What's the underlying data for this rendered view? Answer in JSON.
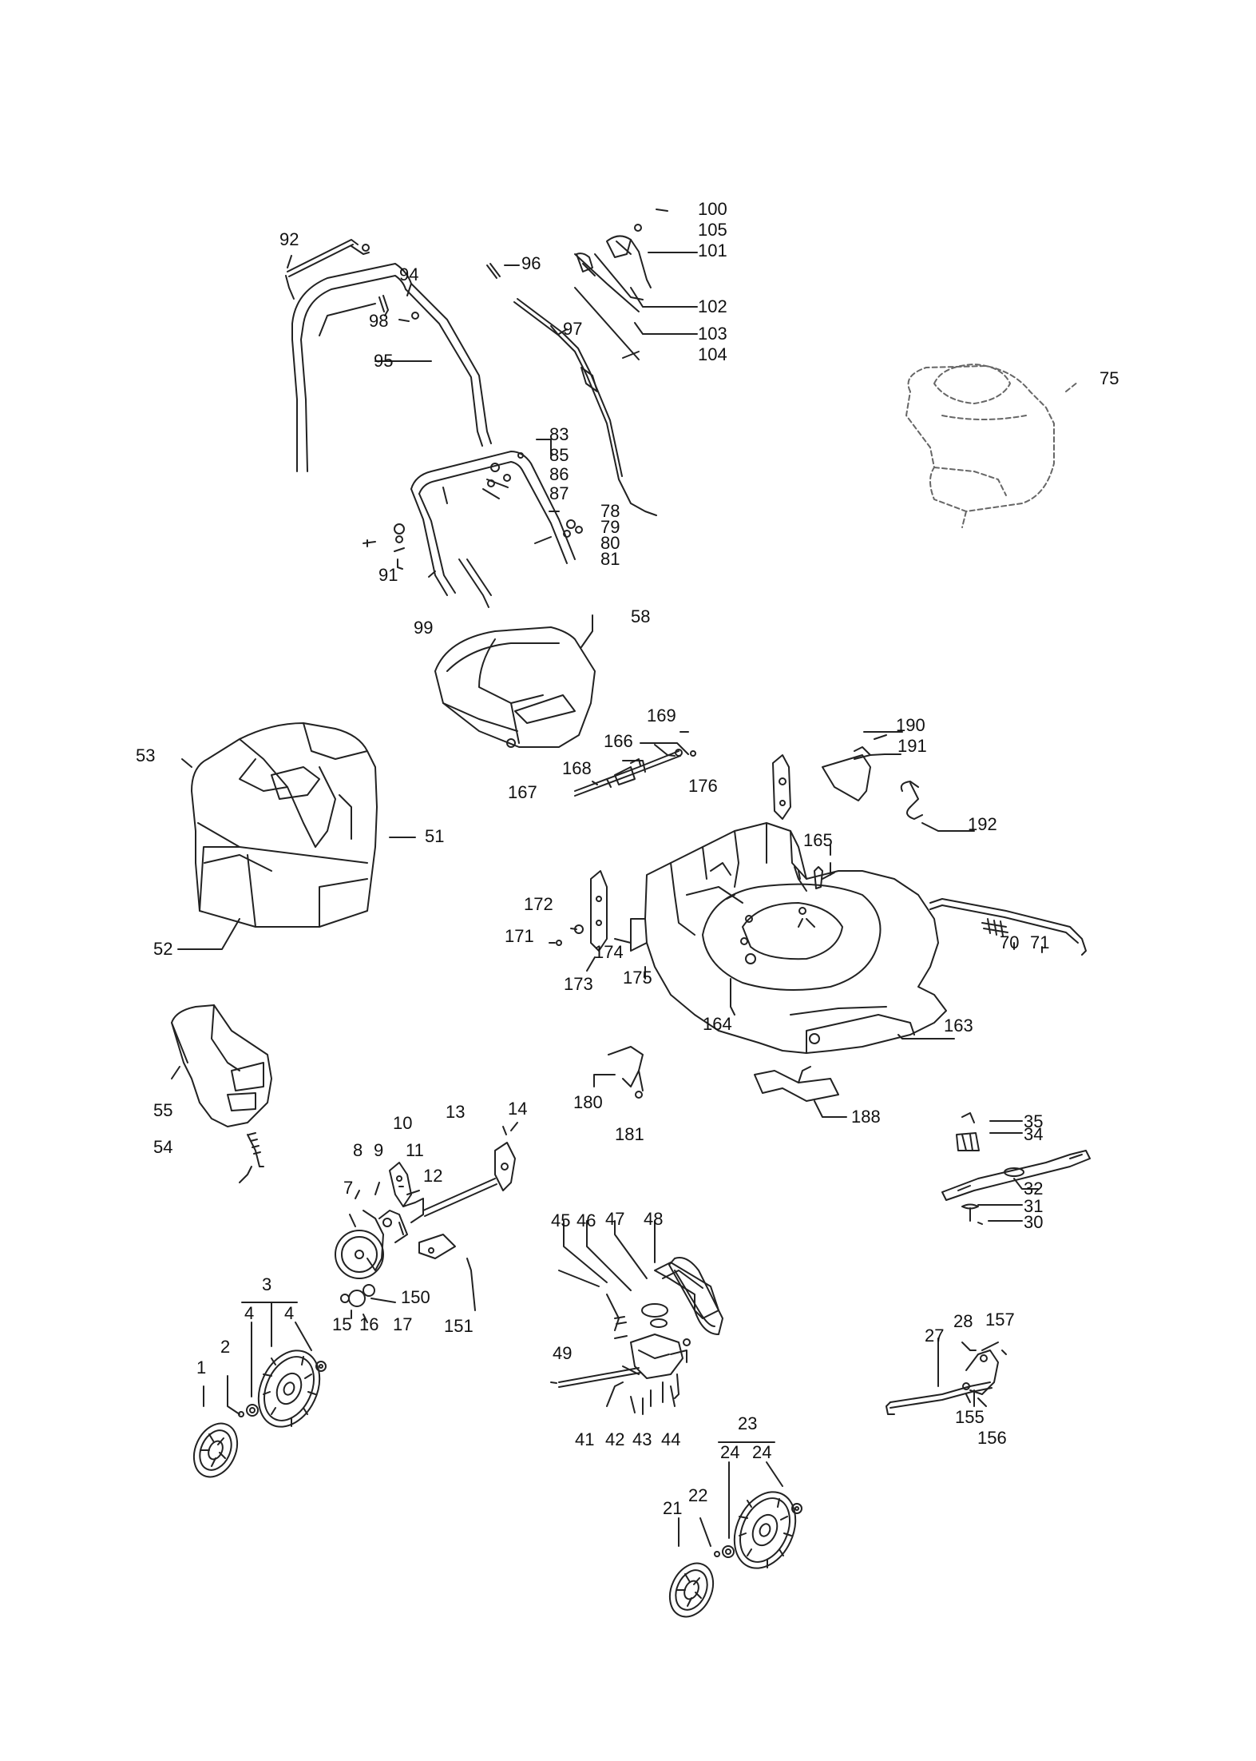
{
  "diagram": {
    "parts": [
      {
        "id": "p92",
        "label": "92"
      },
      {
        "id": "p94",
        "label": "94"
      },
      {
        "id": "p98",
        "label": "98"
      },
      {
        "id": "p95",
        "label": "95"
      },
      {
        "id": "p96",
        "label": "96"
      },
      {
        "id": "p97",
        "label": "97"
      },
      {
        "id": "p100",
        "label": "100"
      },
      {
        "id": "p105",
        "label": "105"
      },
      {
        "id": "p101",
        "label": "101"
      },
      {
        "id": "p102",
        "label": "102"
      },
      {
        "id": "p103",
        "label": "103"
      },
      {
        "id": "p104",
        "label": "104"
      },
      {
        "id": "p75",
        "label": "75"
      },
      {
        "id": "p83",
        "label": "83"
      },
      {
        "id": "p85",
        "label": "85"
      },
      {
        "id": "p86",
        "label": "86"
      },
      {
        "id": "p87",
        "label": "87"
      },
      {
        "id": "p78",
        "label": "78"
      },
      {
        "id": "p79",
        "label": "79"
      },
      {
        "id": "p80",
        "label": "80"
      },
      {
        "id": "p81",
        "label": "81"
      },
      {
        "id": "p91",
        "label": "91"
      },
      {
        "id": "p99",
        "label": "99"
      },
      {
        "id": "p58",
        "label": "58"
      },
      {
        "id": "p53",
        "label": "53"
      },
      {
        "id": "p51",
        "label": "51"
      },
      {
        "id": "p52",
        "label": "52"
      },
      {
        "id": "p169",
        "label": "169"
      },
      {
        "id": "p166",
        "label": "166"
      },
      {
        "id": "p168",
        "label": "168"
      },
      {
        "id": "p167",
        "label": "167"
      },
      {
        "id": "p176",
        "label": "176"
      },
      {
        "id": "p190",
        "label": "190"
      },
      {
        "id": "p191",
        "label": "191"
      },
      {
        "id": "p192",
        "label": "192"
      },
      {
        "id": "p165",
        "label": "165"
      },
      {
        "id": "p70",
        "label": "70"
      },
      {
        "id": "p71",
        "label": "71"
      },
      {
        "id": "p172",
        "label": "172"
      },
      {
        "id": "p171",
        "label": "171"
      },
      {
        "id": "p174",
        "label": "174"
      },
      {
        "id": "p175",
        "label": "175"
      },
      {
        "id": "p173",
        "label": "173"
      },
      {
        "id": "p164",
        "label": "164"
      },
      {
        "id": "p163",
        "label": "163"
      },
      {
        "id": "p55",
        "label": "55"
      },
      {
        "id": "p54",
        "label": "54"
      },
      {
        "id": "p180",
        "label": "180"
      },
      {
        "id": "p181",
        "label": "181"
      },
      {
        "id": "p188",
        "label": "188"
      },
      {
        "id": "p10",
        "label": "10"
      },
      {
        "id": "p13",
        "label": "13"
      },
      {
        "id": "p14",
        "label": "14"
      },
      {
        "id": "p8",
        "label": "8"
      },
      {
        "id": "p9",
        "label": "9"
      },
      {
        "id": "p11",
        "label": "11"
      },
      {
        "id": "p12",
        "label": "12"
      },
      {
        "id": "p7",
        "label": "7"
      },
      {
        "id": "p35",
        "label": "35"
      },
      {
        "id": "p34",
        "label": "34"
      },
      {
        "id": "p32",
        "label": "32"
      },
      {
        "id": "p31",
        "label": "31"
      },
      {
        "id": "p30",
        "label": "30"
      },
      {
        "id": "p45",
        "label": "45"
      },
      {
        "id": "p46",
        "label": "46"
      },
      {
        "id": "p47",
        "label": "47"
      },
      {
        "id": "p48",
        "label": "48"
      },
      {
        "id": "p3",
        "label": "3"
      },
      {
        "id": "p4a",
        "label": "4"
      },
      {
        "id": "p4b",
        "label": "4"
      },
      {
        "id": "p150",
        "label": "150"
      },
      {
        "id": "p15",
        "label": "15"
      },
      {
        "id": "p16",
        "label": "16"
      },
      {
        "id": "p17",
        "label": "17"
      },
      {
        "id": "p151",
        "label": "151"
      },
      {
        "id": "p2",
        "label": "2"
      },
      {
        "id": "p1",
        "label": "1"
      },
      {
        "id": "p49",
        "label": "49"
      },
      {
        "id": "p41",
        "label": "41"
      },
      {
        "id": "p42",
        "label": "42"
      },
      {
        "id": "p43",
        "label": "43"
      },
      {
        "id": "p44",
        "label": "44"
      },
      {
        "id": "p28",
        "label": "28"
      },
      {
        "id": "p157",
        "label": "157"
      },
      {
        "id": "p27",
        "label": "27"
      },
      {
        "id": "p155",
        "label": "155"
      },
      {
        "id": "p156",
        "label": "156"
      },
      {
        "id": "p23",
        "label": "23"
      },
      {
        "id": "p24a",
        "label": "24"
      },
      {
        "id": "p24b",
        "label": "24"
      },
      {
        "id": "p21",
        "label": "21"
      },
      {
        "id": "p22",
        "label": "22"
      }
    ]
  }
}
